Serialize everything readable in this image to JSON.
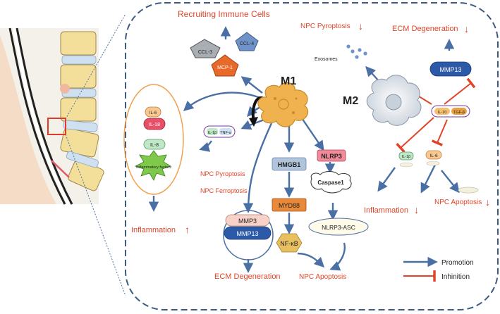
{
  "colors": {
    "promotion": "#4a6fa5",
    "inhibition": "#e0452a",
    "label_red": "#e0452a",
    "cell": "#f0b24e",
    "border": "#3d5a80"
  },
  "m1": {
    "label": "M1",
    "recruit": "Recruiting Immune Cells",
    "chemokines": [
      "CCL-3",
      "CCL-4",
      "MCP-1"
    ],
    "left_cluster": [
      "IL-6",
      "IL-18",
      "IL-8",
      "Inflammatory factors"
    ],
    "il_pill": [
      "IL-1β",
      "TNF-α"
    ],
    "pyroptosis": "NPC Pyroptosis",
    "ferroptosis": "NPC Ferroptosis",
    "inflammation": "Inflammation",
    "inflammation_arrow": "↑",
    "mmp": [
      "MMP3",
      "MMP13"
    ],
    "ecm": "ECM Degeneration",
    "hmgb1": "HMGB1",
    "myd88": "MYD88",
    "nfkb": "NF-κB",
    "nlrp3": "NLRP3",
    "caspase": "Caspase1",
    "nlrp3_asc": "NLRP3-ASC",
    "apoptosis": "NPC Apoptosis"
  },
  "m2": {
    "label": "M2",
    "exosomes": "Exosomes",
    "pyroptosis": "NPC Pyroptosis",
    "pyroptosis_arrow": "↓",
    "ecm": "ECM Degeneration",
    "ecm_arrow": "↓",
    "mmp13": "MMP13",
    "pill": [
      "IL-10",
      "TGF-β"
    ],
    "il1b": "IL-1β",
    "il6": "IL-6",
    "inflammation": "Inflammation",
    "inflammation_arrow": "↓",
    "apoptosis": "NPC Apoptosis",
    "apoptosis_arrow": "↓"
  },
  "legend": {
    "promotion": "Promotion",
    "inhibition": "Inhinition"
  }
}
